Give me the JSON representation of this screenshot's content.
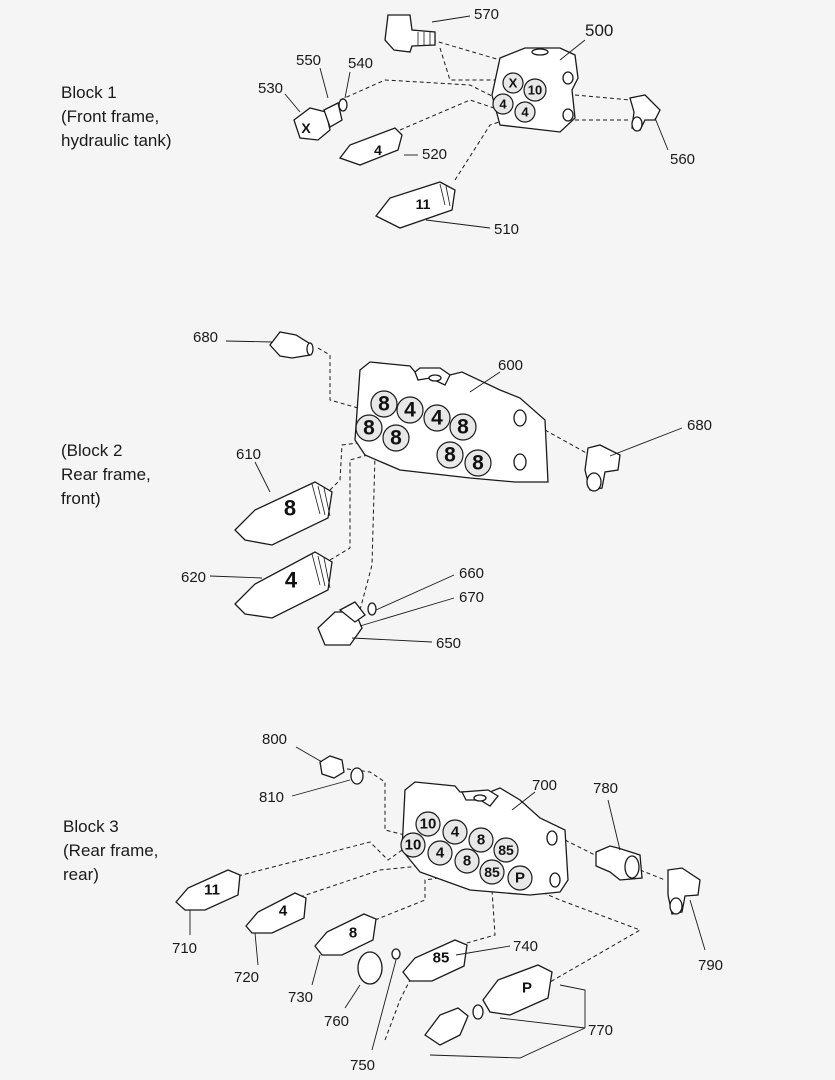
{
  "blocks": [
    {
      "lines": [
        "Block 1",
        "(Front frame,",
        "hydraulic tank)"
      ]
    },
    {
      "lines": [
        "(Block 2",
        "Rear frame,",
        "front)"
      ]
    },
    {
      "lines": [
        "Block 3",
        "(Rear frame,",
        "rear)"
      ]
    }
  ],
  "part_numbers": {
    "p570": "570",
    "p500": "500",
    "p550": "550",
    "p540": "540",
    "p530": "530",
    "p520": "520",
    "p510": "510",
    "p560": "560",
    "p680a": "680",
    "p600": "600",
    "p680b": "680",
    "p610": "610",
    "p620": "620",
    "p660": "660",
    "p670": "670",
    "p650": "650",
    "p800": "800",
    "p810": "810",
    "p700": "700",
    "p780": "780",
    "p790": "790",
    "p710": "710",
    "p720": "720",
    "p730": "730",
    "p740": "740",
    "p760": "760",
    "p750": "750",
    "p770": "770"
  },
  "port_labels": {
    "b1_x": "X",
    "b1_10": "10",
    "b1_4a": "4",
    "b1_4b": "4",
    "b1_530": "X",
    "b1_520": "4",
    "b1_510": "11",
    "b2_8a": "8",
    "b2_4a": "4",
    "b2_4b": "4",
    "b2_8b": "8",
    "b2_8c": "8",
    "b2_8d": "8",
    "b2_8e": "8",
    "b2_8f": "8",
    "b2_610": "8",
    "b2_620": "4",
    "b3_10a": "10",
    "b3_4a": "4",
    "b3_8a": "8",
    "b3_10b": "10",
    "b3_4b": "4",
    "b3_8b": "8",
    "b3_85a": "85",
    "b3_85b": "85",
    "b3_p": "P",
    "b3_710": "11",
    "b3_720": "4",
    "b3_730": "8",
    "b3_740": "85",
    "b3_770": "P"
  }
}
